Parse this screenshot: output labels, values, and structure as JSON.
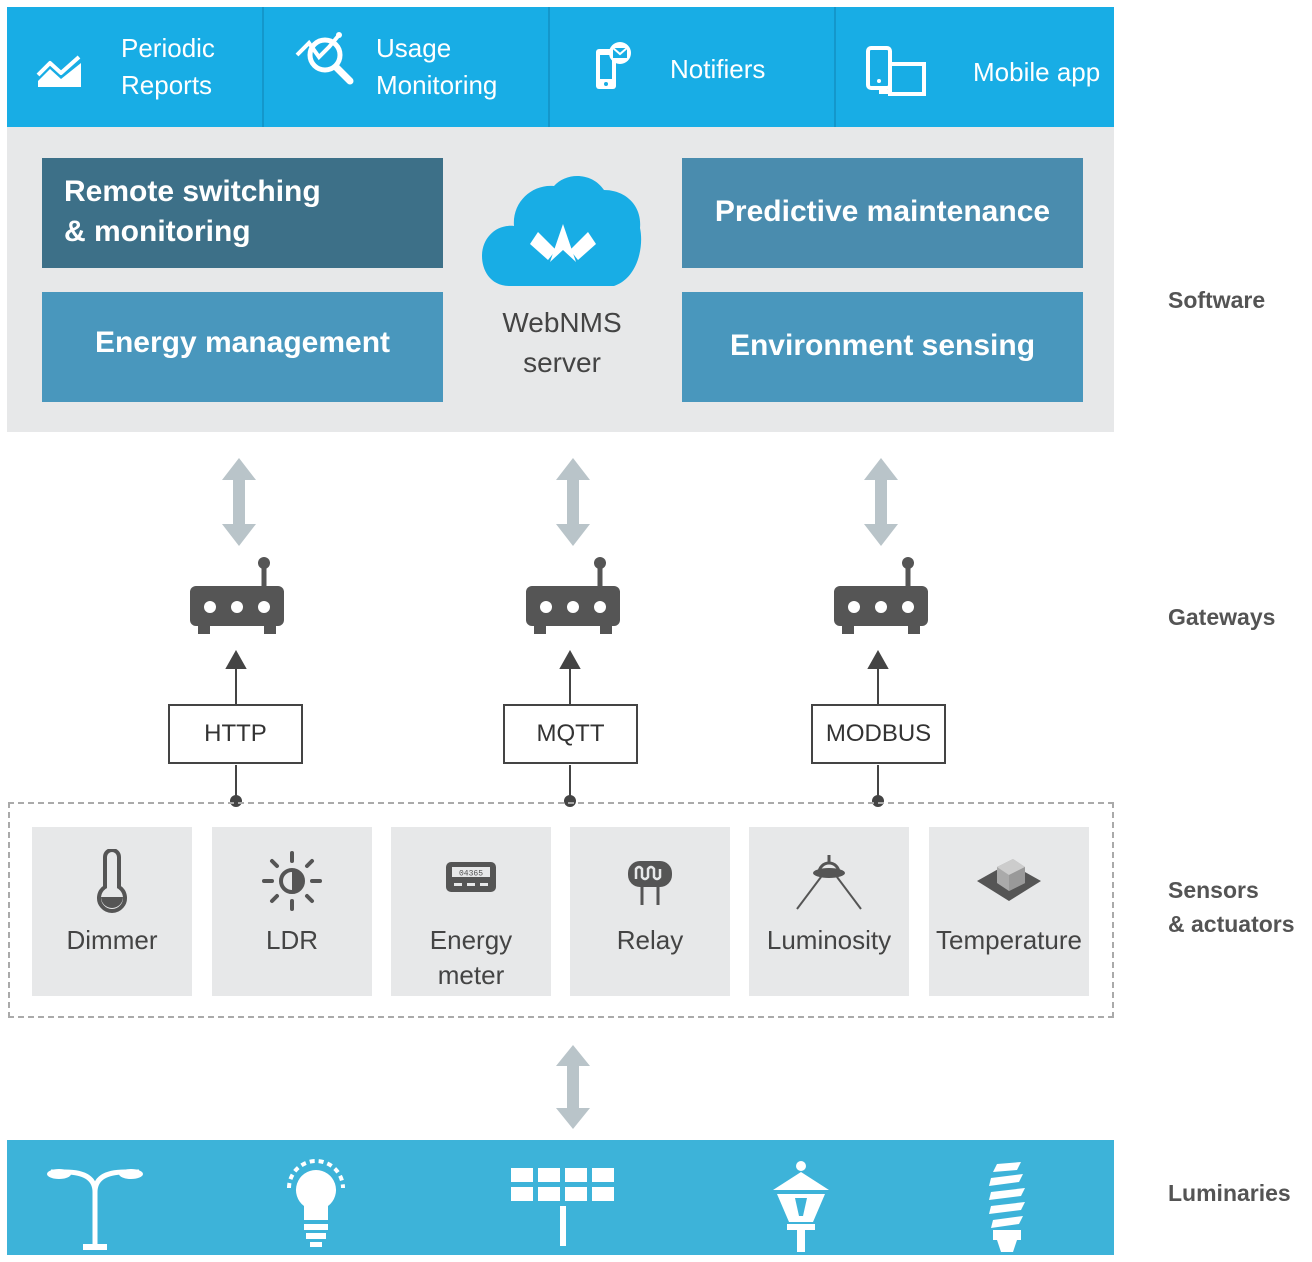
{
  "top_bar": {
    "items": [
      {
        "label": "Periodic\nReports",
        "icon": "trend-chart-icon"
      },
      {
        "label": "Usage\nMonitoring",
        "icon": "magnifier-analytics-icon"
      },
      {
        "label": "Notifiers",
        "icon": "phone-notification-icon"
      },
      {
        "label": "Mobile app",
        "icon": "mobile-tablet-icon"
      }
    ]
  },
  "software": {
    "boxes": {
      "remote_switching": "Remote switching\n& monitoring",
      "predictive_maintenance": "Predictive maintenance",
      "energy_management": "Energy management",
      "environment_sensing": "Environment sensing"
    },
    "server_label": "WebNMS\nserver"
  },
  "layers": {
    "software": "Software",
    "gateways": "Gateways",
    "sensors": "Sensors\n& actuators",
    "luminaries": "Luminaries"
  },
  "protocols": [
    "HTTP",
    "MQTT",
    "MODBUS"
  ],
  "sensors": [
    {
      "label": "Dimmer",
      "icon": "thermometer-icon"
    },
    {
      "label": "LDR",
      "icon": "sun-icon"
    },
    {
      "label": "Energy\nmeter",
      "icon": "energy-meter-icon",
      "meter_reading": "04365"
    },
    {
      "label": "Relay",
      "icon": "relay-coil-icon"
    },
    {
      "label": "Luminosity",
      "icon": "lamp-light-icon"
    },
    {
      "label": "Temperature",
      "icon": "sensor-chip-icon"
    }
  ],
  "luminaries": [
    "street-lamp-icon",
    "light-bulb-icon",
    "solar-panel-icon",
    "lantern-icon",
    "cfl-bulb-icon"
  ],
  "colors": {
    "top_bar": "#18ade5",
    "panel_bg": "#e7e8e9",
    "box_dark": "#3d7088",
    "box_mid": "#4a8cae",
    "luminaries_bar": "#3db3d9",
    "arrow": "#b9c4c9",
    "gateway": "#555555"
  }
}
